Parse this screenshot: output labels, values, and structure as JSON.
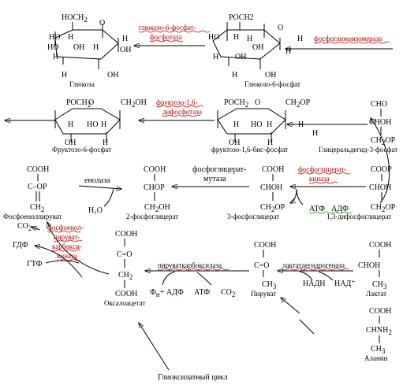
{
  "row1": {
    "glucose": {
      "top": "HOCH",
      "top_sub": "2",
      "ho1": "HO",
      "h1": "H",
      "ho2": "HO",
      "oh1": "OH",
      "h2": "H",
      "h3": "H",
      "o": "O",
      "h4": "H",
      "oh2": "OH",
      "h5": "H",
      "oh3": "OH",
      "name": "Глюкоза"
    },
    "enzyme1": [
      "глюкозо-6-фосфат-",
      "фосфотаза"
    ],
    "g6p": {
      "top": "POCH2",
      "ho1": "HO",
      "h1": "H",
      "o": "O",
      "h2": "H",
      "oh1": "OH",
      "h3": "H",
      "oh2": "OH",
      "h4": "H",
      "h5": "H",
      "oh3": "OH",
      "name": "Глюкозо-6-фосфат"
    },
    "enzyme2": {
      "h": "H",
      "label": "фосфоглюкоизомераза"
    }
  },
  "row2": {
    "f6p": {
      "top": "POCH",
      "top_sub": "2",
      "o": "O",
      "ch2oh": "CH",
      "ch2oh_sub": "2",
      "ch2oh_end": "OH",
      "h1": "H",
      "oh1": "HO",
      "h2": "H",
      "oh2": "OH",
      "h3": "H",
      "name": "Фруктозо-6-фосфат"
    },
    "enzyme3": [
      "фруктозо-1,6-",
      "дифосфотаза"
    ],
    "f16bp": {
      "top": "POCH",
      "top_sub": "2",
      "o": "O",
      "ch2op": "CH",
      "ch2op_sub": "2",
      "ch2op_end": "OP",
      "h1": "H",
      "oh1": "HO",
      "h2": "H",
      "oh2": "OH",
      "h3": "H",
      "name": "фруктозо-1,6-бис-фосфат"
    },
    "g3p": {
      "l1": "CHO",
      "l2": "CHOH",
      "l3": "CH",
      "l3_sub": "2",
      "l3_end": "OP",
      "name": "Глицеральдегид-3-фосфат"
    }
  },
  "row3": {
    "pep": {
      "l1": "COOH",
      "l2": "C–OP",
      "l3": "CH",
      "l3_sub": "2",
      "name": "Фосфоенолпируват"
    },
    "enolase": "енолаза",
    "water": "H₂O",
    "pg2": {
      "l1": "COOH",
      "l2": "CHOP",
      "l3": "CH",
      "l3_sub": "2",
      "l3_end": "OH",
      "name": "2-фосфоглицерат"
    },
    "mutase": [
      "фосфоглицерат-",
      "мутаза"
    ],
    "pg3": {
      "l1": "COOH",
      "l2": "CHOH",
      "l3": "CH",
      "l3_sub": "2",
      "l3_end": "OP",
      "name": "3-фосфоглицерат"
    },
    "kinase": [
      "фосфоглицерат-",
      "киназа"
    ],
    "atp": "АТФ",
    "adp": "АДФ",
    "bpg": {
      "l1": "COOP",
      "l2": "CHOH",
      "l3": "CH",
      "l3_sub": "2",
      "l3_end": "OP",
      "name": "1,3-дифосфоглицерат"
    }
  },
  "row4": {
    "co2": "CO",
    "co2_sub": "2",
    "gdf": "ГДФ",
    "gtf": "ГТФ",
    "pepck": [
      "фосфоенол-",
      "пируват-",
      "карбокси-",
      "киназа"
    ],
    "oaa": {
      "l1": "COOH",
      "l2": "C=O",
      "l3": "CH",
      "l3_sub": "2",
      "l4": "COOH",
      "name": "Оксалоацетат"
    },
    "pyr_carb": "пируваткарбоксилаза",
    "fn": "Ф",
    "fn_sub": "н",
    "plus_adf": "+ АДФ",
    "atf": "АТФ",
    "co2b": "CO",
    "co2b_sub": "2",
    "pyruvate": {
      "l1": "COOH",
      "l2": "C=O",
      "l3": "CH",
      "l3_sub": "3",
      "name": "Пируват"
    },
    "ldh": "лактатдегидрогеназа",
    "nadh": "НАДН",
    "nad": "НАД⁺",
    "lactate": {
      "l1": "COOH",
      "l2": "CHOH",
      "l3": "CH",
      "l3_sub": "3",
      "name": "Лактат"
    },
    "alanine": {
      "l1": "COOH",
      "l2": "CHNH",
      "l2_sub": "2",
      "l3": "CH",
      "l3_sub": "3",
      "name": "Аланин"
    },
    "cycle": "Глиоксилатный цикл"
  }
}
